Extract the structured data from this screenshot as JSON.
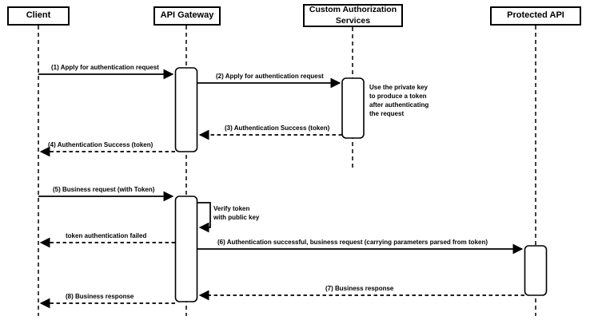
{
  "diagram": {
    "type": "sequence-diagram",
    "participants": [
      {
        "id": "client",
        "label": "Client"
      },
      {
        "id": "api-gateway",
        "label": "API Gateway"
      },
      {
        "id": "custom-authorization-services",
        "label": "Custom Authorization Services"
      },
      {
        "id": "protected-api",
        "label": "Protected API"
      }
    ],
    "messages": [
      {
        "seq": "1",
        "label": "(1) Apply for authentication request",
        "from": "Client",
        "to": "API Gateway",
        "line": "solid"
      },
      {
        "seq": "2",
        "label": "(2) Apply for authentication request",
        "from": "API Gateway",
        "to": "Custom Authorization Services",
        "line": "solid"
      },
      {
        "seq": "3",
        "label": "(3) Authentication Success (token)",
        "from": "Custom Authorization Services",
        "to": "API Gateway",
        "line": "dashed"
      },
      {
        "seq": "4",
        "label": "(4) Authentication Success (token)",
        "from": "API Gateway",
        "to": "Client",
        "line": "dashed"
      },
      {
        "seq": "5",
        "label": "(5) Business request (with Token)",
        "from": "Client",
        "to": "API Gateway",
        "line": "solid"
      },
      {
        "seq": "",
        "label": "token authentication failed",
        "from": "API Gateway",
        "to": "Client",
        "line": "dashed"
      },
      {
        "seq": "6",
        "label": "(6) Authentication successful, business request (carrying parameters parsed from token)",
        "from": "API Gateway",
        "to": "Protected API",
        "line": "solid"
      },
      {
        "seq": "7",
        "label": "(7) Business response",
        "from": "Protected API",
        "to": "API Gateway",
        "line": "dashed"
      },
      {
        "seq": "8",
        "label": "(8) Business response",
        "from": "API Gateway",
        "to": "Client",
        "line": "dashed"
      }
    ],
    "notes": [
      {
        "id": "private-key-note",
        "label": "Use the private key to produce a token after authenticating the request"
      },
      {
        "id": "verify-token-note",
        "label": "Verify token with public key"
      }
    ],
    "colors": {
      "stroke": "#000000",
      "fill": "#ffffff",
      "background": "#ffffff"
    }
  }
}
